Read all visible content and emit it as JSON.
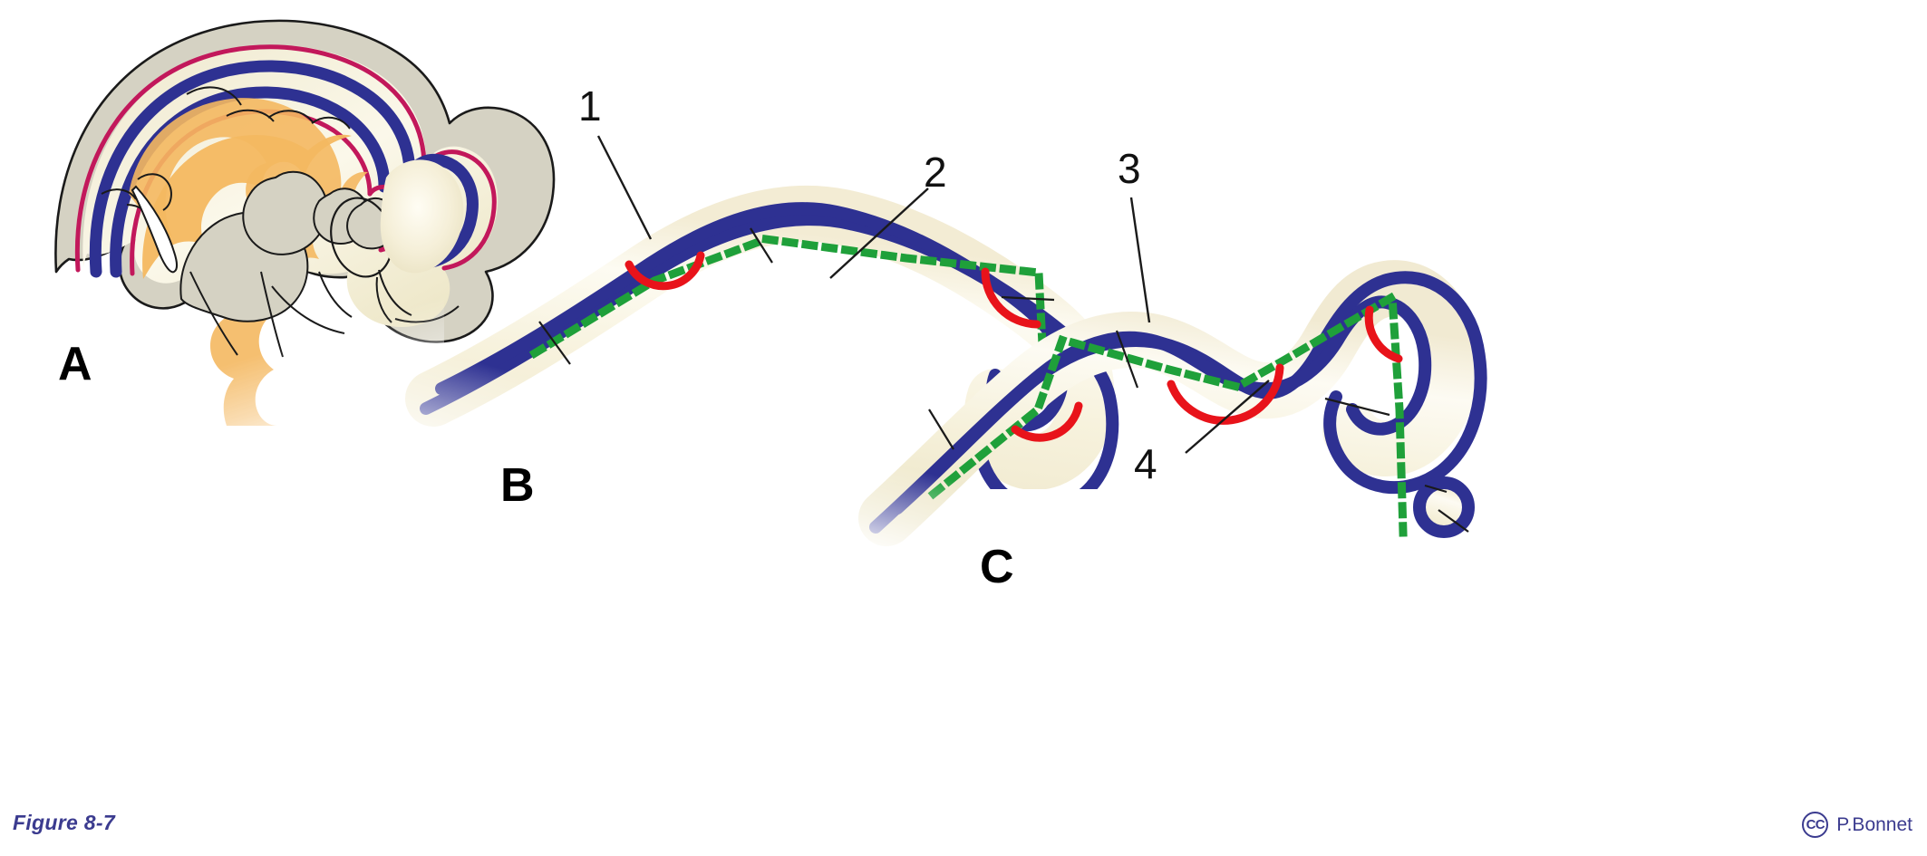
{
  "figure": {
    "caption": "Figure 8-7",
    "panel_letters": {
      "a": "A",
      "b": "B",
      "c": "C"
    },
    "callouts": {
      "one": "1",
      "two": "2",
      "three": "3",
      "four": "4"
    }
  },
  "credit": {
    "license_mark": "CC",
    "author": "P.Bonnet"
  },
  "palette": {
    "neural_wall_blue": "#2e3192",
    "magenta_line": "#c2185b",
    "outline_black": "#1a1a1a",
    "tube_lumen_cream": "#f2ecd6",
    "tube_lumen_highlight": "#fdfbf0",
    "mesenchyme_gray": "#d5d2c3",
    "neural_tissue_orange": "#f4b860",
    "midline_green": "#1fa03a",
    "flexure_arc_red": "#e8131a",
    "leader_line": "#1a1a1a",
    "caption_purple": "#3b3b8f",
    "background": "#ffffff"
  },
  "panels": {
    "a": {
      "letter": "A",
      "description": "Sagittal section of embryo head showing neural tube, mesenchyme and surface ectoderm layers"
    },
    "b": {
      "letter": "B",
      "description": "Neural tube at an earlier stage with two flexures marked by red arcs along a green dotted midline axis"
    },
    "c": {
      "letter": "C",
      "description": "Neural tube at a later stage with three flexures and an optic vesicle along a green dotted midline axis"
    }
  }
}
